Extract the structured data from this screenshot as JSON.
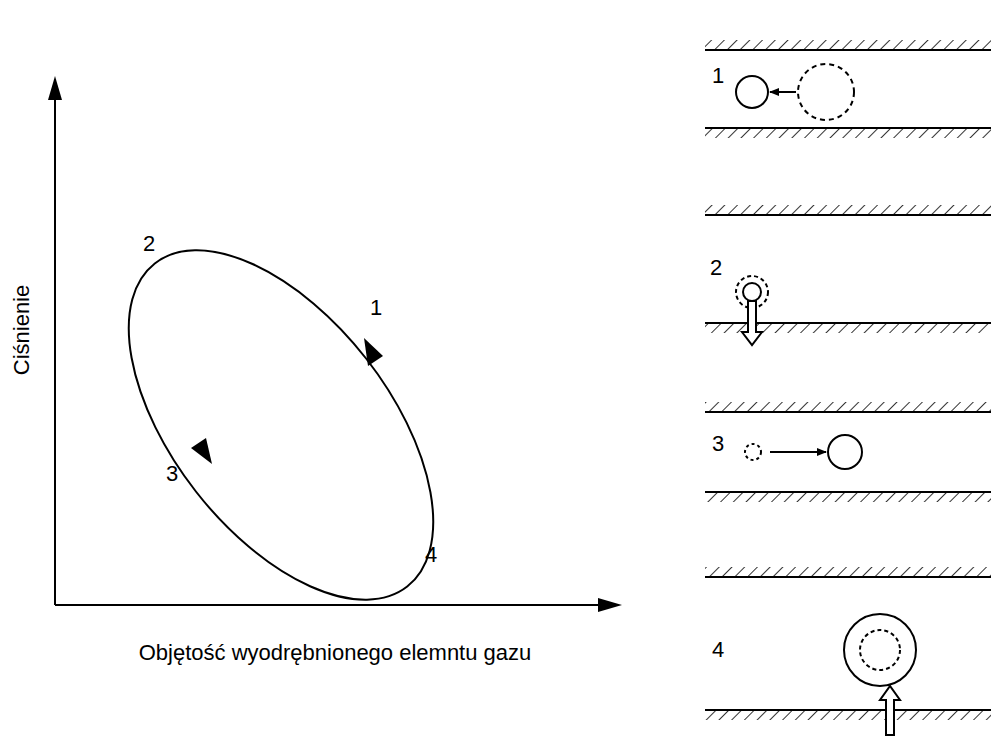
{
  "diagram": {
    "labels": [
      "Ciśnienie",
      "Objętość wyodrębnionego elemntu gazu",
      "2",
      "1",
      "3",
      "4",
      "1",
      "2",
      "3",
      "4"
    ]
  }
}
